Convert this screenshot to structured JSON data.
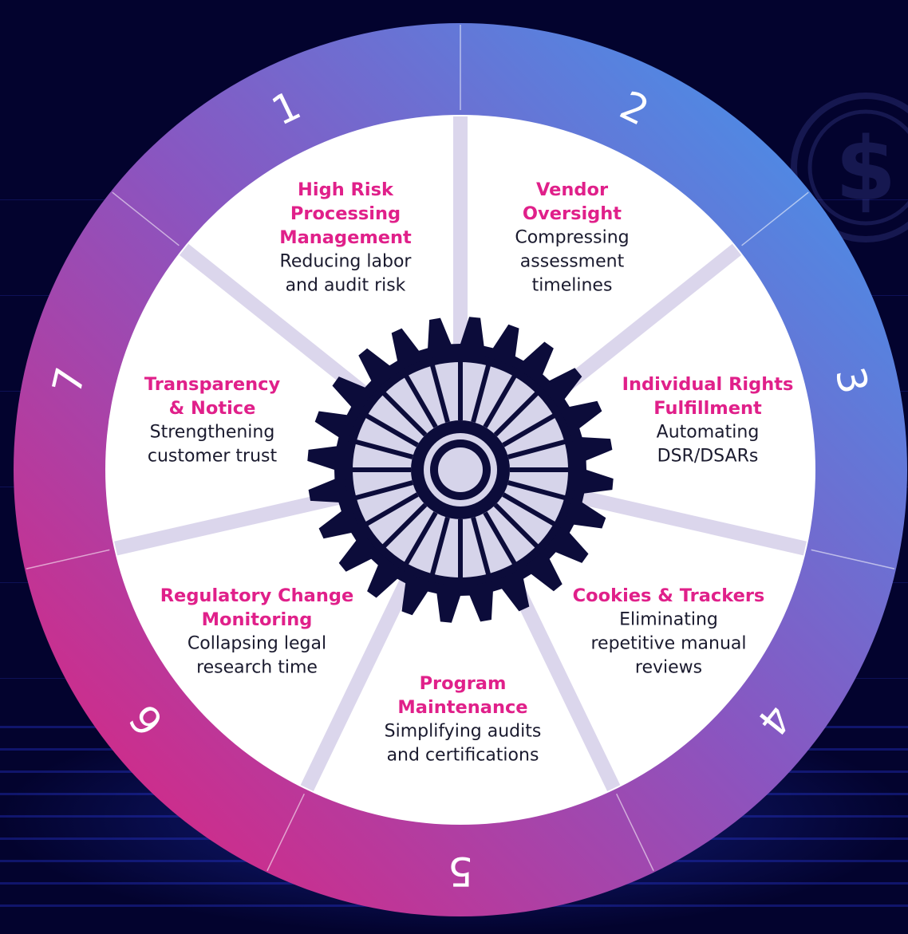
{
  "colors": {
    "background": "#03032e",
    "ring_start": "#e61e78",
    "ring_mid": "#8a55c0",
    "ring_end": "#3a9cf0",
    "title": "#e0208a",
    "text": "#1a1a2e",
    "gear": "#0c0c3a",
    "gear_light": "#d6d4ea",
    "spoke": "#cfc8e6"
  },
  "icons": [
    "dollar-coin-icon",
    "gear-icon"
  ],
  "segments": [
    {
      "number": "1",
      "title": [
        "High Risk",
        "Processing",
        "Management"
      ],
      "desc": [
        "Reducing labor",
        "and audit risk"
      ]
    },
    {
      "number": "2",
      "title": [
        "Vendor",
        "Oversight"
      ],
      "desc": [
        "Compressing",
        "assessment",
        "timelines"
      ]
    },
    {
      "number": "3",
      "title": [
        "Individual Rights",
        "Fulfillment"
      ],
      "desc": [
        "Automating",
        "DSR/DSARs"
      ]
    },
    {
      "number": "4",
      "title": [
        "Cookies & Trackers"
      ],
      "desc": [
        "Eliminating",
        "repetitive manual",
        "reviews"
      ]
    },
    {
      "number": "5",
      "title": [
        "Program",
        "Maintenance"
      ],
      "desc": [
        "Simplifying audits",
        "and certifications"
      ]
    },
    {
      "number": "6",
      "title": [
        "Regulatory Change",
        "Monitoring"
      ],
      "desc": [
        "Collapsing legal",
        "research time"
      ]
    },
    {
      "number": "7",
      "title": [
        "Transparency",
        "& Notice"
      ],
      "desc": [
        "Strengthening",
        "customer trust"
      ]
    }
  ]
}
